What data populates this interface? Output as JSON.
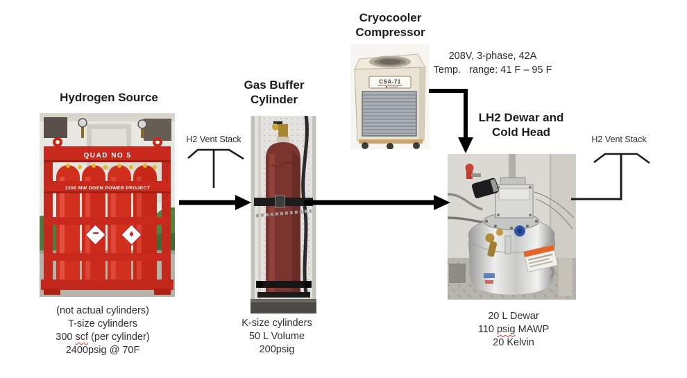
{
  "titles": {
    "hydrogen": "Hydrogen Source",
    "buffer_line1": "Gas Buffer",
    "buffer_line2": "Cylinder",
    "cryo_line1": "Cryocooler",
    "cryo_line2": "Compressor",
    "dewar_line1": "LH2 Dewar and",
    "dewar_line2": "Cold Head"
  },
  "specs": {
    "line1": "208V, 3-phase, 42A",
    "line2": "Temp.   range: 41 F – 95 F"
  },
  "vents": {
    "left_label": "H2 Vent Stack",
    "right_label": "H2 Vent Stack"
  },
  "captions": {
    "hydrogen": {
      "line1": "(not actual cylinders)",
      "line2": "T-size cylinders",
      "line3_pre": "300 ",
      "line3_word": "scf",
      "line3_post": " (per cylinder)",
      "line4": "2400psig @ 70F"
    },
    "buffer": {
      "line1": "K-size cylinders",
      "line2": "50 L Volume",
      "line3": "200psig"
    },
    "dewar": {
      "line1": "20 L Dewar",
      "line2_pre": "110 ",
      "line2_word": "psig",
      "line2_post": " MAWP",
      "line3": "20 Kelvin"
    }
  },
  "photo_labels": {
    "quad_top": "QUAD NO 5",
    "quad_banner": "1200 MW DGEN POWER PROJECT",
    "compressor_model": "CSA-71"
  },
  "colors": {
    "arrow": "#000000",
    "quad_red": "#c8291c",
    "cylinder_maroon": "#7c352e",
    "compressor_cream": "#e9e4d4",
    "squiggle_red": "#e0362a"
  }
}
